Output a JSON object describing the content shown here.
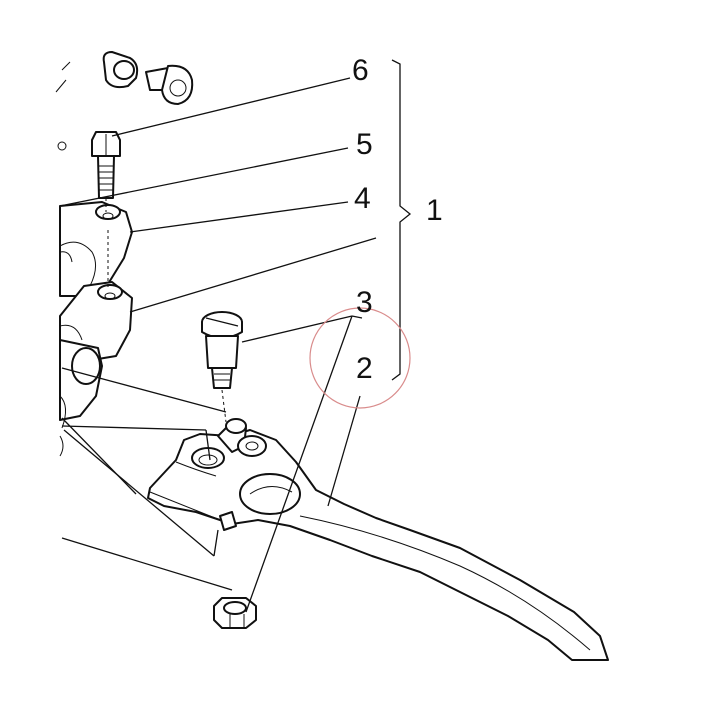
{
  "callouts": {
    "c1": "1",
    "c2": "2",
    "c3": "3",
    "c4": "4",
    "c5": "5",
    "c6": "6"
  },
  "colors": {
    "ink": "#111111",
    "highlight_circle": "#d98c8c",
    "background": "#ffffff"
  }
}
